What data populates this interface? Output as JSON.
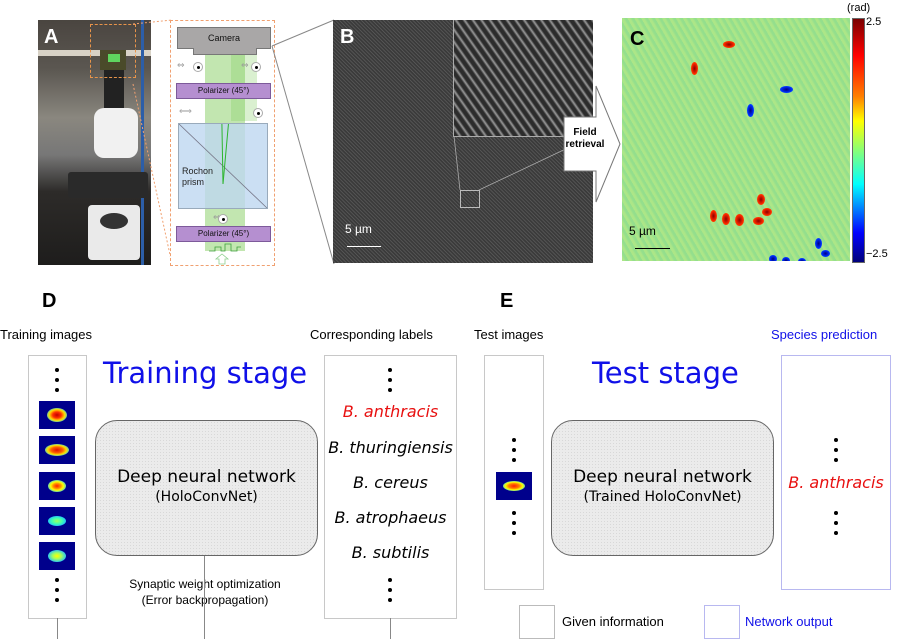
{
  "panels": {
    "a": {
      "letter": "A",
      "schematic": {
        "camera_label": "Camera",
        "polarizer_top_label": "Polarizer (45°)",
        "polarizer_bottom_label": "Polarizer (45°)",
        "prism_label_line1": "Rochon",
        "prism_label_line2": "prism"
      }
    },
    "b": {
      "letter": "B",
      "scale_bar_label": "5 µm"
    },
    "arrow": {
      "label_line1": "Field",
      "label_line2": "retrieval"
    },
    "c": {
      "letter": "C",
      "scale_bar_label": "5 µm",
      "colorbar": {
        "unit": "(rad)",
        "max_label": "2.5",
        "min_label": "−2.5",
        "range": [
          -2.5,
          2.5
        ]
      }
    },
    "d": {
      "letter": "D",
      "left_column_label": "Training images",
      "right_column_label": "Corresponding labels",
      "stage_title": "Training stage",
      "network_title": "Deep neural network",
      "network_subtitle": "(HoloConvNet)",
      "optimization_line1": "Synaptic weight optimization",
      "optimization_line2": "(Error backpropagation)",
      "labels": [
        {
          "text": "B. anthracis",
          "highlight": true
        },
        {
          "text": "B. thuringiensis",
          "highlight": false
        },
        {
          "text": "B. cereus",
          "highlight": false
        },
        {
          "text": "B. atrophaeus",
          "highlight": false
        },
        {
          "text": "B. subtilis",
          "highlight": false
        }
      ]
    },
    "e": {
      "letter": "E",
      "left_column_label": "Test images",
      "right_column_label": "Species prediction",
      "stage_title": "Test stage",
      "network_title": "Deep neural network",
      "network_subtitle": "(Trained HoloConvNet)",
      "prediction": "B. anthracis"
    }
  },
  "legend": {
    "given_label": "Given information",
    "output_label": "Network output"
  },
  "colors": {
    "stage_title": "#1010e8",
    "highlight_label": "#e81010",
    "network_output": "#1010e8"
  }
}
